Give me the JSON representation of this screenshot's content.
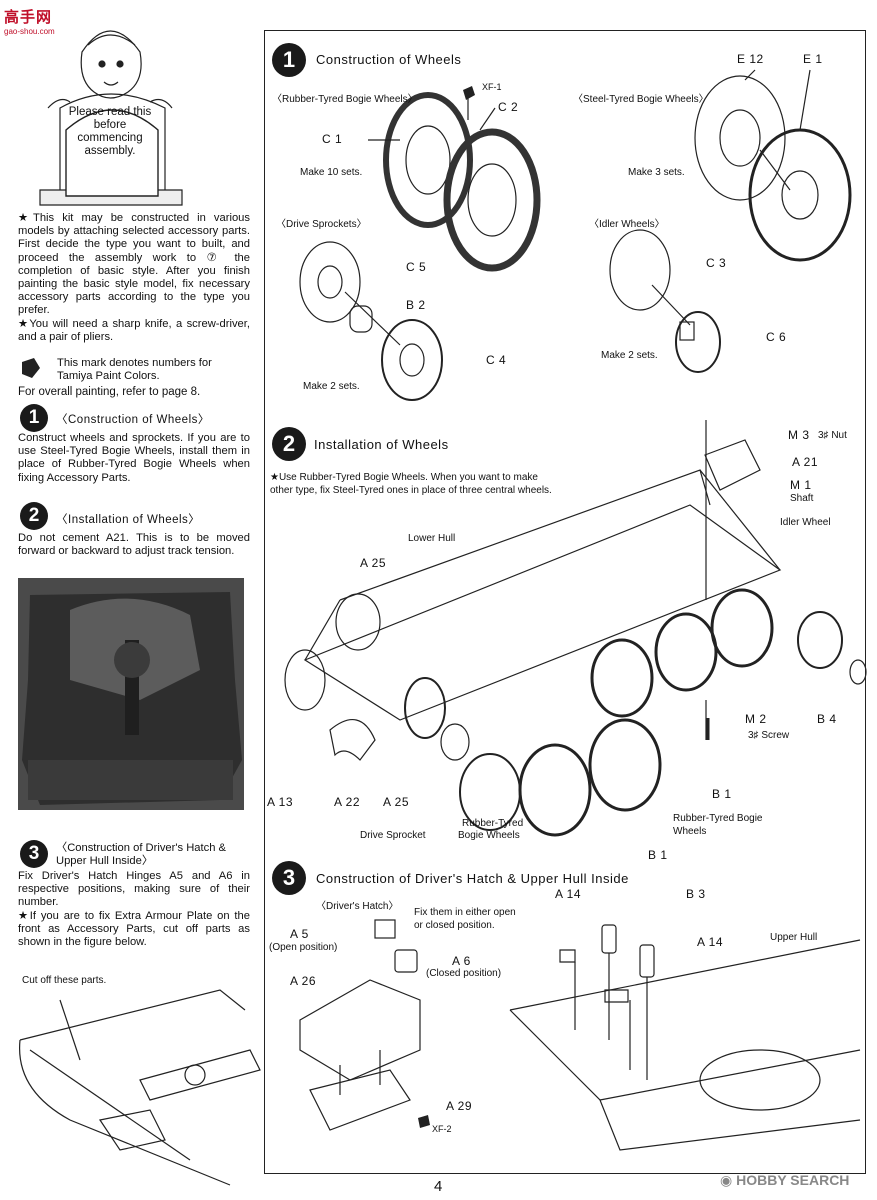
{
  "watermark": {
    "brand": "高手网",
    "url": "gao-shou.com",
    "footer": "HOBBY SEARCH"
  },
  "intro": {
    "bubble": "Please read this before commencing assembly.",
    "p1": "★This kit may be constructed in various models by attaching selected accessory parts. First decide the type you want to built, and proceed the assembly work to ⑦ the completion of basic style. After you finish painting the basic style model, fix necessary accessory parts according to the type you prefer.",
    "p2": "★You will need a sharp knife, a screw-driver, and a pair of pliers.",
    "paint_note": "This mark denotes numbers for Tamiya Paint Colors.",
    "overall": "For overall painting, refer to page 8."
  },
  "left_steps": {
    "s1_num": "1",
    "s1_title": "〈Construction of Wheels〉",
    "s1_text": "Construct wheels and sprockets. If you are to use Steel-Tyred Bogie Wheels, install them in place of Rubber-Tyred Bogie Wheels when fixing Accessory Parts.",
    "s2_num": "2",
    "s2_title": "〈Installation of Wheels〉",
    "s2_text": "Do not cement A21. This is to be moved forward or backward to adjust track tension.",
    "s3_num": "3",
    "s3_title": "〈Construction of Driver's Hatch & Upper Hull Inside〉",
    "s3_text1": "Fix Driver's Hatch Hinges A5 and A6 in respective positions, making sure of their number.",
    "s3_text2": "★If you are to fix Extra Armour Plate on the front as Accessory Parts, cut off parts as shown in the figure below.",
    "cut_label": "Cut off these parts."
  },
  "step1": {
    "num": "1",
    "title": "Construction of Wheels",
    "rubber": "〈Rubber-Tyred Bogie Wheels〉",
    "steel": "〈Steel-Tyred Bogie Wheels〉",
    "sprockets": "〈Drive Sprockets〉",
    "idler": "〈Idler Wheels〉",
    "xf1": "XF-1",
    "c1": "C 1",
    "c2": "C 2",
    "e12": "E 12",
    "e1": "E 1",
    "c5": "C 5",
    "b2": "B 2",
    "c4": "C 4",
    "c3": "C 3",
    "c6": "C 6",
    "make10": "Make 10 sets.",
    "make3": "Make 3 sets.",
    "make2a": "Make 2 sets.",
    "make2b": "Make 2 sets."
  },
  "step2": {
    "num": "2",
    "title": "Installation of Wheels",
    "note": "★Use Rubber-Tyred Bogie Wheels. When you want to make other type, fix Steel-Tyred ones in place of three central wheels.",
    "m3": "M 3",
    "m3nut": "3♯ Nut",
    "a21": "A 21",
    "m1": "M 1",
    "shaft": "Shaft",
    "idler": "Idler Wheel",
    "lower_hull": "Lower Hull",
    "a25a": "A 25",
    "a25b": "A 25",
    "m2": "M 2",
    "m2screw": "3♯ Screw",
    "b4": "B 4",
    "a13": "A 13",
    "a22": "A 22",
    "b1a": "B 1",
    "b1b": "B 1",
    "drive": "Drive Sprocket",
    "rubber1": "Rubber-Tyred",
    "rubber2": "Bogie Wheels",
    "rubber3": "Rubber-Tyred Bogie",
    "rubber4": "Wheels"
  },
  "step3": {
    "num": "3",
    "title": "Construction of Driver's Hatch & Upper Hull Inside",
    "hatch": "〈Driver's Hatch〉",
    "fix": "Fix them in either open or closed position.",
    "a5": "A 5",
    "open": "(Open position)",
    "a6": "A 6",
    "closed": "(Closed position)",
    "a26": "A 26",
    "a29": "A 29",
    "xf2": "XF-2",
    "a14a": "A 14",
    "a14b": "A 14",
    "b3": "B 3",
    "upper": "Upper Hull"
  },
  "page_number": "4"
}
